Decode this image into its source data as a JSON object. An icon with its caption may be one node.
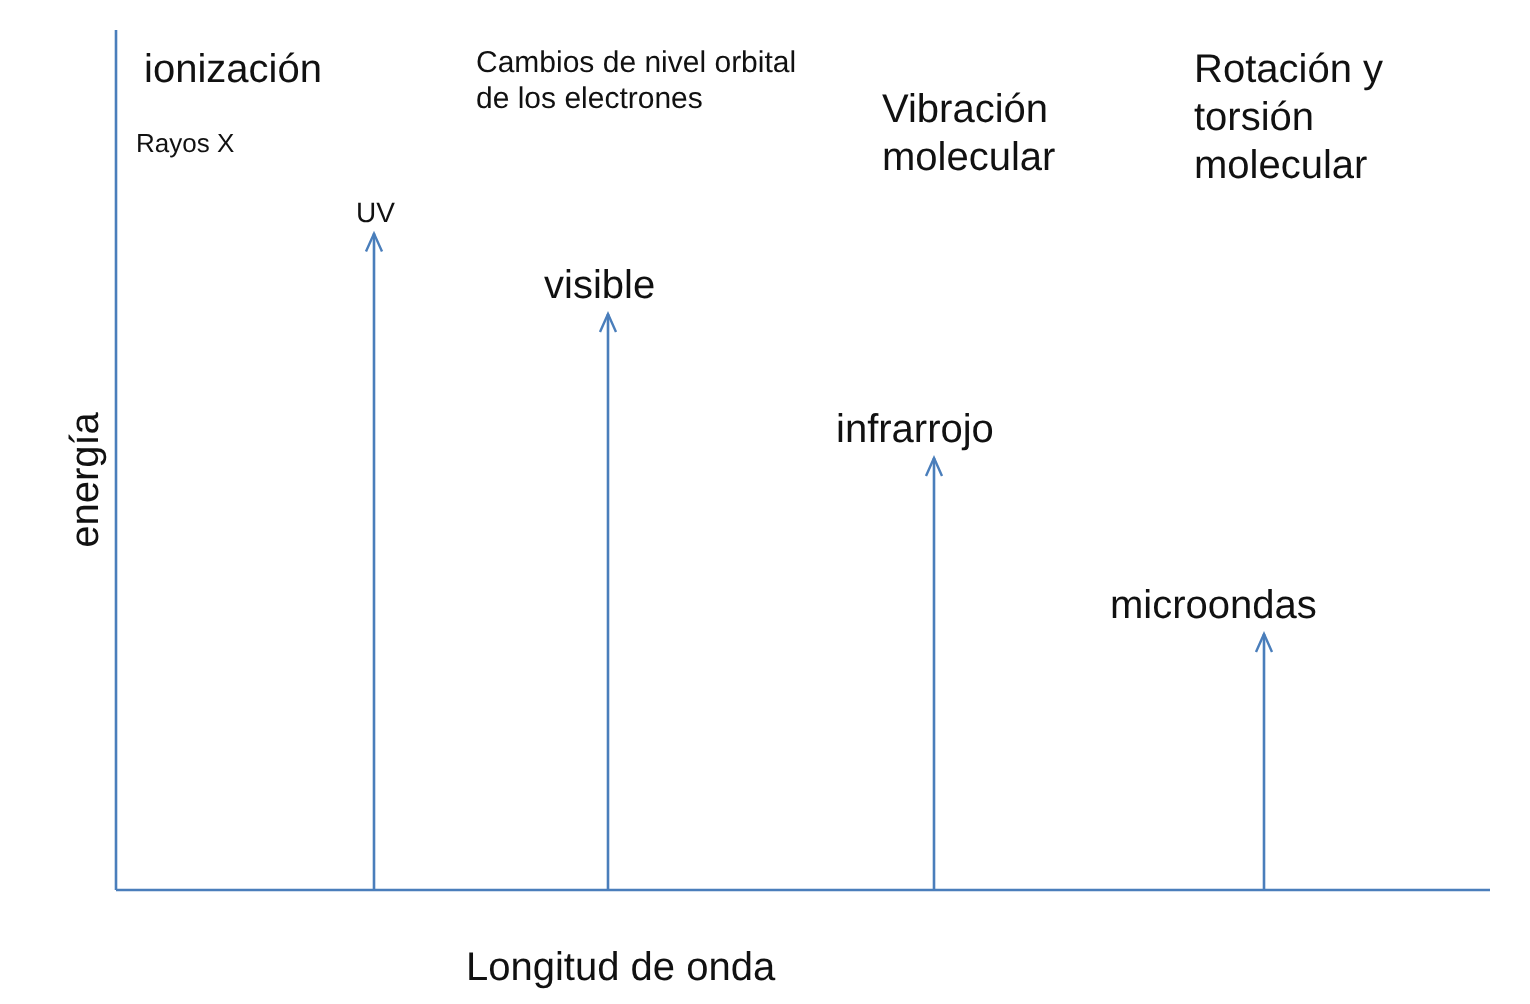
{
  "diagram": {
    "nodes": [
      {
        "text": [
          "UV"
        ]
      },
      {
        "text": [
          "visible"
        ]
      },
      {
        "text": [
          "infrarrojo"
        ]
      },
      {
        "text": [
          "microondas"
        ]
      }
    ],
    "edges": [
      {
        "from": null,
        "to": 0,
        "arrow": "to"
      },
      {
        "from": null,
        "to": 1,
        "arrow": "to"
      },
      {
        "from": null,
        "to": 2,
        "arrow": "to"
      },
      {
        "from": null,
        "to": 3,
        "arrow": "to"
      }
    ],
    "labels": [
      "ionización",
      "Cambios de nivel orbital de los electrones",
      "Vibración molecular",
      "Rotación y torsión molecular",
      "Rayos X",
      "energía",
      "Longitud de onda"
    ]
  }
}
